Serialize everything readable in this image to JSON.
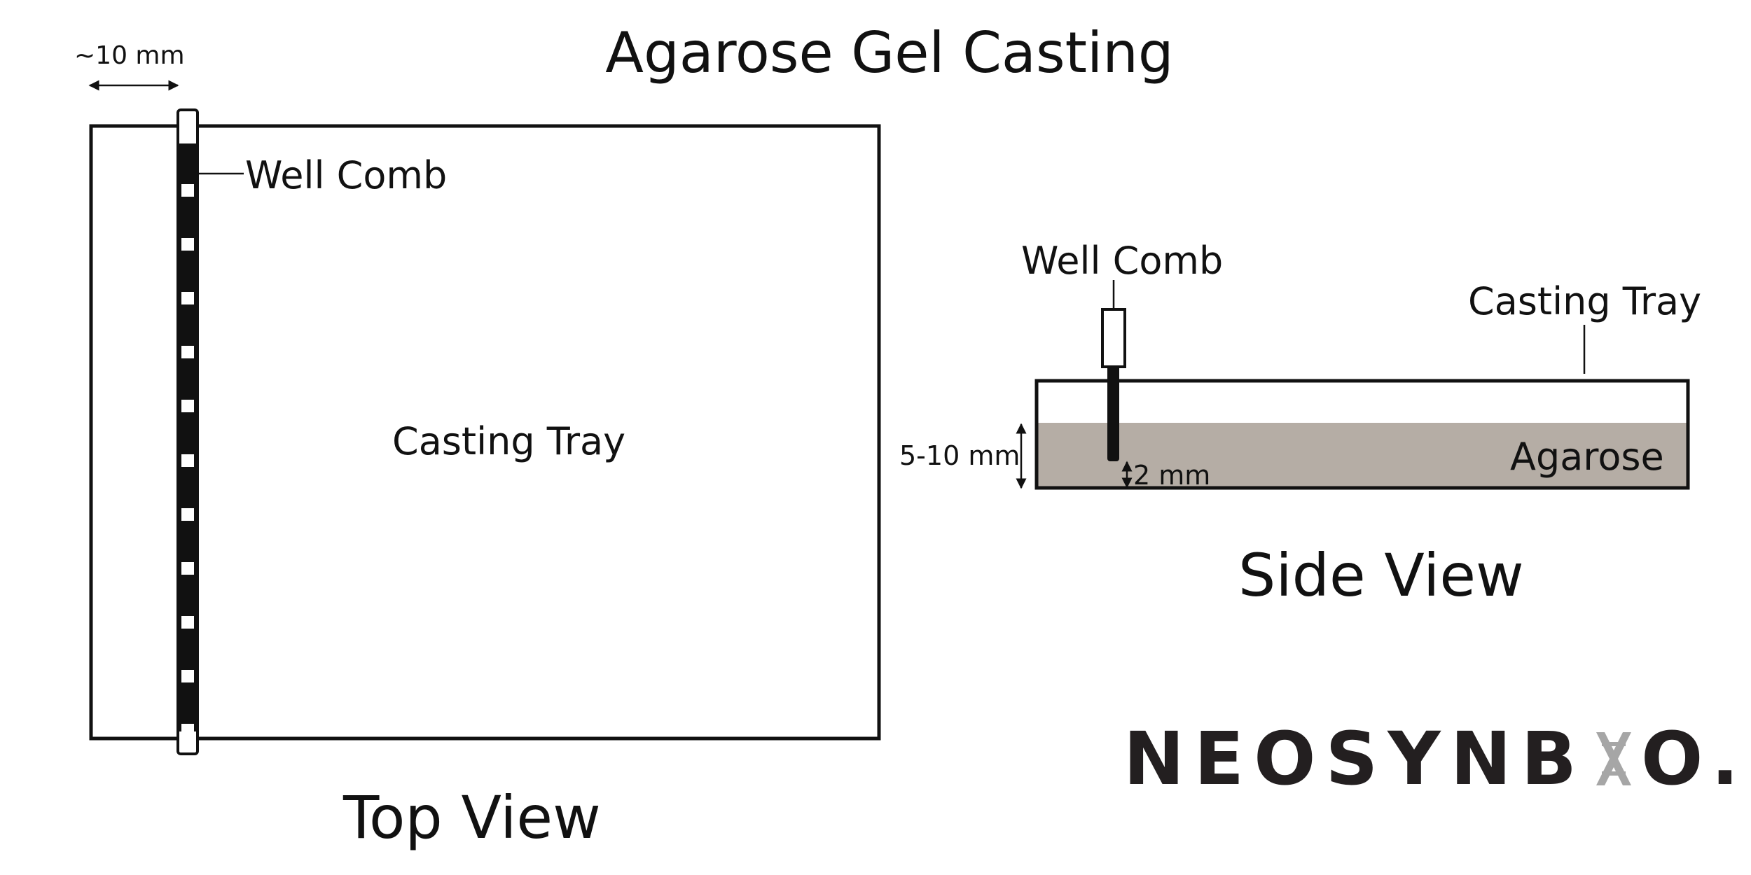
{
  "title": "Agarose Gel Casting",
  "top_view": {
    "caption": "Top View",
    "comb_label": "Well Comb",
    "tray_label": "Casting Tray",
    "comb_width_label": "~10 mm",
    "comb_teeth_count": 12
  },
  "side_view": {
    "caption": "Side View",
    "comb_label": "Well Comb",
    "tray_label": "Casting Tray",
    "gel_label": "Agarose",
    "gel_depth_label": "5-10 mm",
    "comb_gap_label": "2 mm"
  },
  "logo": {
    "text_before": "NEOSYNB",
    "text_after": "O."
  },
  "colors": {
    "outline": "#111111",
    "agarose": "#b5ada5",
    "logo_dark": "#231f20",
    "logo_mark": "#a6a6a6"
  }
}
